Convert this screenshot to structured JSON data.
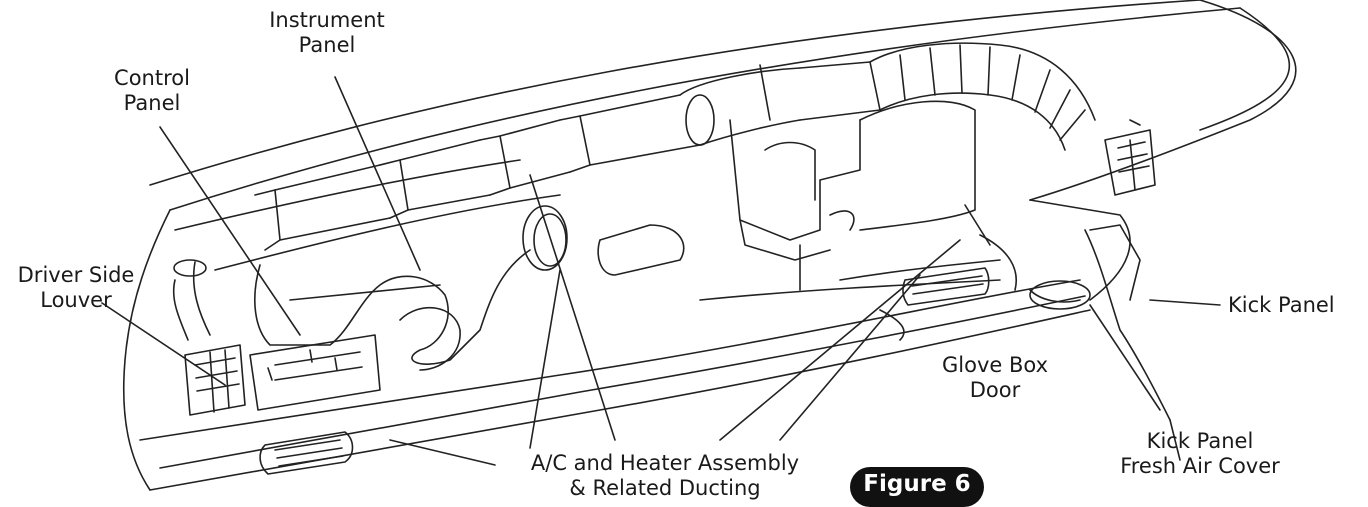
{
  "labels": {
    "instrument_panel": [
      "Instrument",
      "Panel"
    ],
    "control_panel": [
      "Control",
      "Panel"
    ],
    "driver_side_louver": [
      "Driver Side",
      "Louver"
    ],
    "ac_heater": [
      "A/C and Heater Assembly",
      "& Related Ducting"
    ],
    "glove_box_door": [
      "Glove Box",
      "Door"
    ],
    "kick_panel": "Kick Panel",
    "kick_panel_fresh_air_cover": [
      "Kick Panel",
      "Fresh Air Cover"
    ]
  },
  "figure_label": "Figure 6"
}
